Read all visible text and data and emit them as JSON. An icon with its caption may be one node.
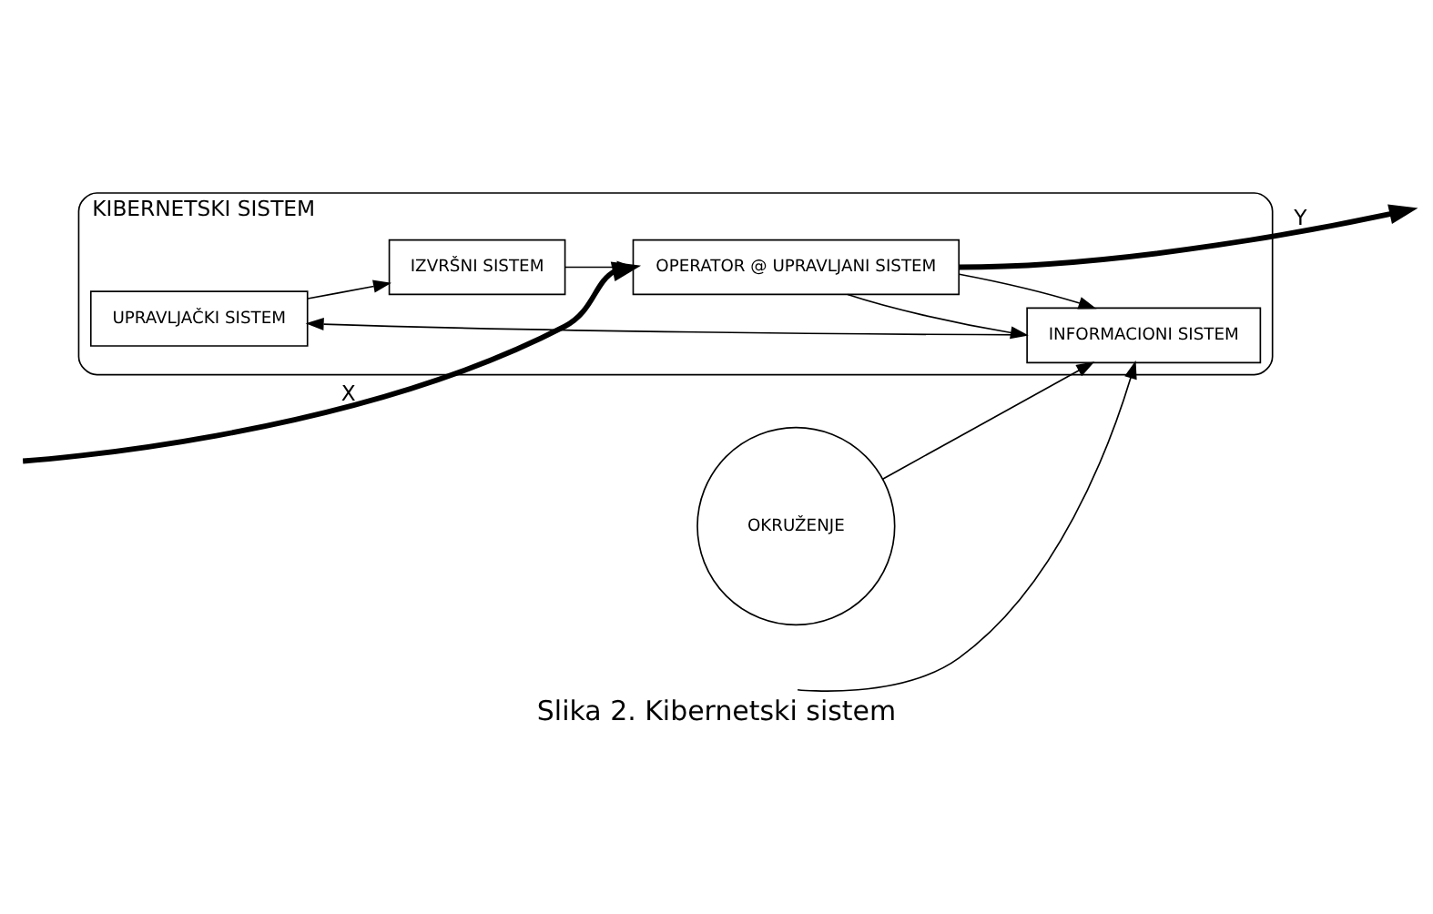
{
  "diagram": {
    "caption": "Slika 2. Kibernetski sistem",
    "nodes": [
      {
        "text": [
          "KIBERNETSKI SISTEM"
        ]
      },
      {
        "text": [
          "UPRAVLJAČKI SISTEM"
        ],
        "in": 0
      },
      {
        "text": [
          "IZVRŠNI SISTEM"
        ],
        "in": 0
      },
      {
        "text": [
          "INFORMACIONI SISTEM"
        ],
        "in": 0
      },
      {
        "text": [
          "OPERATOR @ UPRAVLJANI SISTEM"
        ],
        "in": 0
      },
      {
        "text": [
          "OKRUŽENJE"
        ]
      }
    ],
    "edges": [
      {
        "from": 1,
        "to": 2,
        "arrow": "to"
      },
      {
        "from": 3,
        "to": 1,
        "arrow": "to"
      },
      {
        "from": 2,
        "to": 4,
        "arrow": "to"
      },
      {
        "from": 4,
        "to": 3,
        "arrow": "to"
      },
      {
        "from": 5,
        "to": 3,
        "arrow": "to"
      },
      {
        "from": null,
        "to": 4,
        "arrow": "to",
        "label": "X",
        "style": "thick"
      },
      {
        "from": 4,
        "to": null,
        "arrow": "to",
        "label": "Y",
        "style": "thick"
      },
      {
        "from": null,
        "to": 3,
        "arrow": "to"
      },
      {
        "from": 4,
        "to": 3,
        "arrow": "to"
      }
    ]
  }
}
